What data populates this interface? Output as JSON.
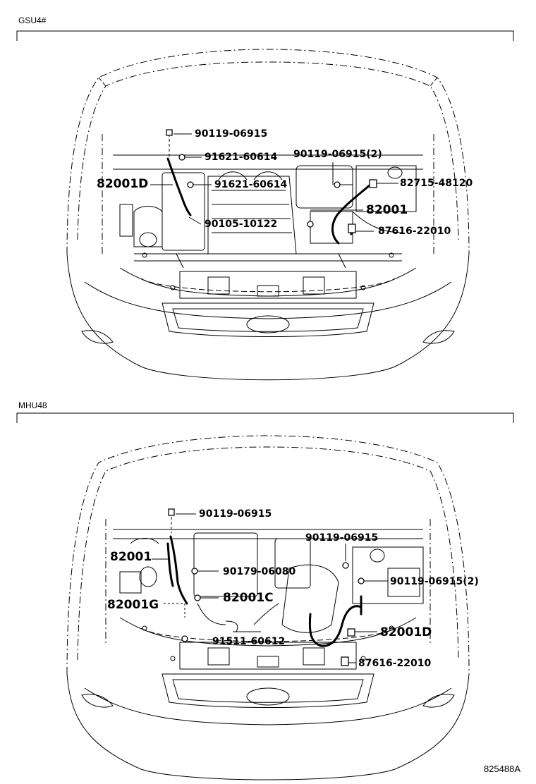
{
  "sections": [
    {
      "label": "GSU4#",
      "parts": [
        "90119-06915",
        "91621-60614",
        "90119-06915(2)",
        "82001D",
        "91621-60614",
        "82715-48120",
        "82001",
        "90105-10122",
        "87616-22010"
      ]
    },
    {
      "label": "MHU48",
      "parts": [
        "90119-06915",
        "90119-06915",
        "82001",
        "90179-06080",
        "90119-06915(2)",
        "82001C",
        "82001G",
        "91511-60612",
        "82001D",
        "87616-22010"
      ]
    }
  ],
  "diagram_code": "825488A"
}
